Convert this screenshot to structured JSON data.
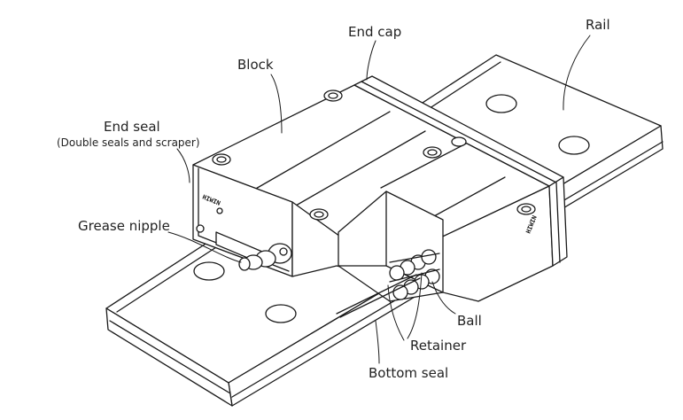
{
  "diagram": {
    "labels": {
      "rail": "Rail",
      "end_cap": "End cap",
      "block": "Block",
      "end_seal": "End seal",
      "end_seal_note": "(Double seals and scraper)",
      "grease_nipple": "Grease nipple",
      "ball": "Ball",
      "retainer": "Retainer",
      "bottom_seal": "Bottom seal"
    },
    "stamp_text": "HIWIN",
    "colors": {
      "line": "#1a1a1a",
      "fill": "#ffffff",
      "text": "#222222"
    }
  }
}
